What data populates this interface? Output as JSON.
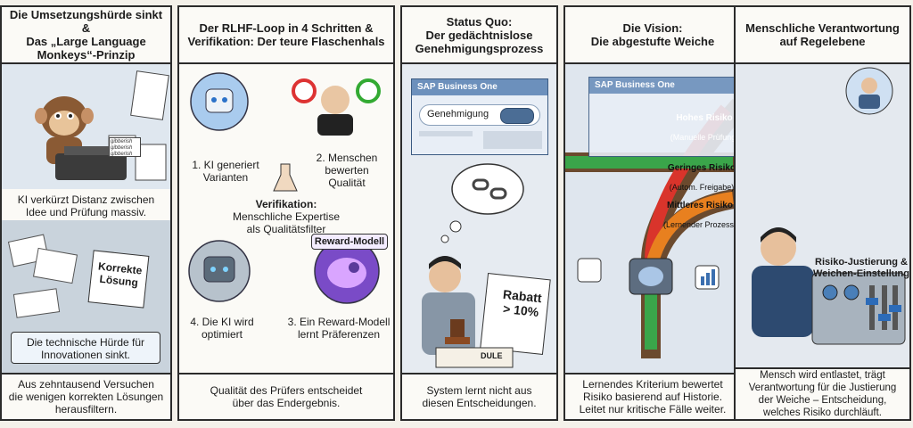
{
  "panels": [
    {
      "title": "Die Umsetzungshürde sinkt &\nDas „Large Language\nMonkeys“-Prinzip",
      "caption_top": "KI verkürzt Distanz zwischen\nIdee und Prüfung massiv.",
      "paper_scribble": "gibberish\ngibberish\ngibberish",
      "paper_correct": "Korrekte\nLösung",
      "caption_mid": "Die technische Hürde für\nInnovationen sinkt.",
      "footer": "Aus zehntausend Versuchen\ndie wenigen korrekten Lösungen\nherausfiltern."
    },
    {
      "title": "Der RLHF-Loop in 4 Schritten &\nVerifikation: Der teure Flaschenhals",
      "step1": "1. KI generiert\nVarianten",
      "step2": "2. Menschen\nbewerten\nQualität",
      "step3": "3. Ein Reward-Modell\nlernt Präferenzen",
      "step4": "4. Die KI wird\noptimiert",
      "verification_title": "Verifikation:",
      "verification_text": "Menschliche Expertise\nals Qualitätsfilter",
      "reward_label": "Reward-Modell",
      "footer": "Qualität des Prüfers entscheidet\nüber das Endergebnis."
    },
    {
      "title": "Status Quo:\nDer gedächtnislose\nGenehmigungsprozess",
      "window_title": "SAP Business One",
      "field_label": "Genehmigung",
      "doc_text": "Rabatt\n> 10%",
      "book_label": "DULE",
      "footer": "System lernt nicht aus\ndiesen Entscheidungen."
    },
    {
      "title": "Die Vision:\nDie abgestufte Weiche",
      "window_title": "SAP Business One",
      "route_high": "Hohes Risiko",
      "route_high_sub": "(Manuelle Prüfung)",
      "route_low": "Geringes Risiko",
      "route_low_sub": "(Autom. Freigabe)",
      "route_mid": "Mittleres Risiko",
      "route_mid_sub": "(Lernender Prozess)",
      "footer": "Lernendes Kriterium bewertet\nRisiko basierend auf Historie.\nLeitet nur kritische Fälle weiter."
    },
    {
      "title": "Menschliche Verantwortung\nauf Regelebene",
      "control_label": "Risiko-Justierung &\nWeichen-Einstellung",
      "footer": "Mensch wird entlastet, trägt\nVerantwortung für die Justierung\nder Weiche – Entscheidung,\nwelches Risiko durchläuft."
    }
  ],
  "colors": {
    "high": "#d9342b",
    "low": "#3aa54a",
    "mid": "#e8801f",
    "sap_bar": "#6c90bc"
  }
}
